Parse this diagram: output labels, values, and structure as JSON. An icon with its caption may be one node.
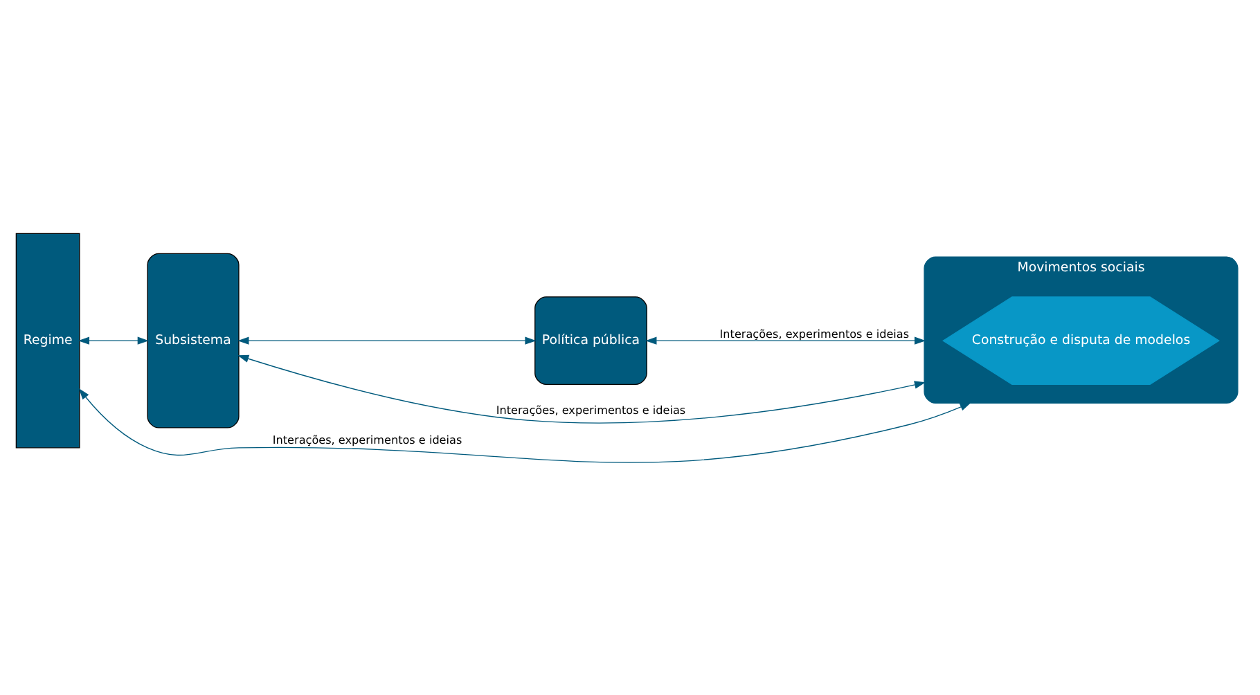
{
  "diagram": {
    "nodes": [
      {
        "text": [
          "Regime"
        ]
      },
      {
        "text": [
          "Subsistema"
        ]
      },
      {
        "text": [
          "Política pública"
        ]
      },
      {
        "text": [
          "Movimentos sociais"
        ]
      },
      {
        "text": [
          "Construção e disputa de modelos"
        ],
        "in": 3
      }
    ],
    "edges": [
      {
        "from": 3,
        "to": 0,
        "arrow": "both",
        "label": "Interações, experimentos e ideias"
      },
      {
        "from": 0,
        "to": 1,
        "arrow": "both"
      },
      {
        "from": 1,
        "to": 2,
        "arrow": "both"
      },
      {
        "from": 2,
        "to": 3,
        "arrow": "both",
        "label": "Interações, experimentos e ideias"
      },
      {
        "from": 3,
        "to": 1,
        "arrow": "both",
        "label": "Interações, experimentos e ideias"
      }
    ]
  }
}
